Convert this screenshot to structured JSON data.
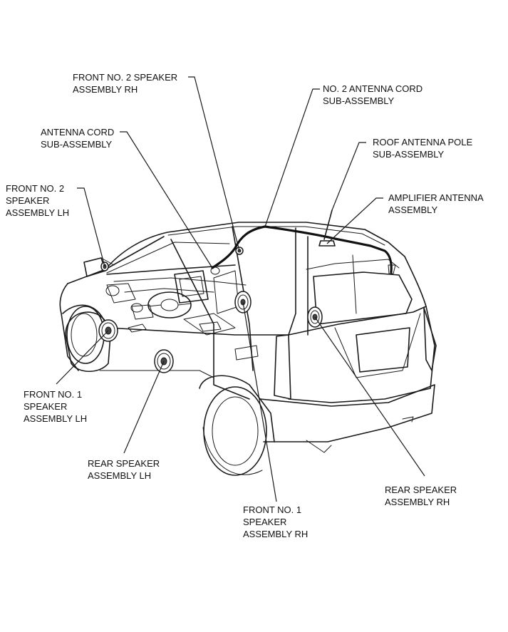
{
  "labels": {
    "front_no2_speaker_rh": [
      "FRONT NO. 2 SPEAKER",
      "ASSEMBLY RH"
    ],
    "no2_antenna_cord": [
      "NO. 2 ANTENNA CORD",
      "SUB-ASSEMBLY"
    ],
    "antenna_cord": [
      "ANTENNA CORD",
      "SUB-ASSEMBLY"
    ],
    "roof_antenna_pole": [
      "ROOF ANTENNA POLE",
      "SUB-ASSEMBLY"
    ],
    "front_no2_speaker_lh": [
      "FRONT NO. 2",
      "SPEAKER",
      "ASSEMBLY LH"
    ],
    "amplifier_antenna": [
      "AMPLIFIER ANTENNA",
      "ASSEMBLY"
    ],
    "front_no1_speaker_lh": [
      "FRONT NO. 1",
      "SPEAKER",
      "ASSEMBLY LH"
    ],
    "rear_speaker_lh": [
      "REAR SPEAKER",
      "ASSEMBLY LH"
    ],
    "rear_speaker_rh": [
      "REAR SPEAKER",
      "ASSEMBLY RH"
    ],
    "front_no1_speaker_rh": [
      "FRONT NO. 1",
      "SPEAKER",
      "ASSEMBLY RH"
    ]
  }
}
